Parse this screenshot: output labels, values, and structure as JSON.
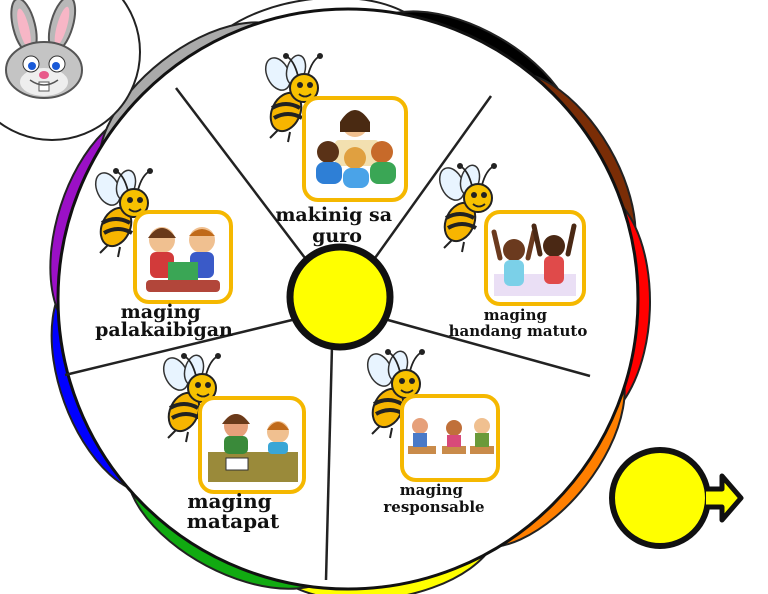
{
  "wheel": {
    "segments": [
      {
        "label_lines": [
          "makinig sa",
          "guro"
        ],
        "image": "children-listening-to-teacher"
      },
      {
        "label_lines": [
          "maging",
          "handang matuto"
        ],
        "image": "children-raising-hands"
      },
      {
        "label_lines": [
          "maging",
          "responsable"
        ],
        "image": "students-at-desks"
      },
      {
        "label_lines": [
          "maging",
          "matapat"
        ],
        "image": "children-at-store-counter"
      },
      {
        "label_lines": [
          "maging",
          "palakaibigan"
        ],
        "image": "two-friends-reading"
      }
    ],
    "petal_colors": [
      "#ffffff",
      "#000000",
      "#7a2d06",
      "#ff0000",
      "#ff7f00",
      "#ffff00",
      "#11aa11",
      "#0000ff",
      "#9b10c6",
      "#aaaaaa"
    ],
    "hub_color": "#ffff00",
    "frame_color": "#f5b800"
  },
  "mascot": {
    "icon": "bunny-icon"
  },
  "spin_control": {
    "icon": "spin-button-arrow-icon",
    "color": "#ffff00"
  }
}
